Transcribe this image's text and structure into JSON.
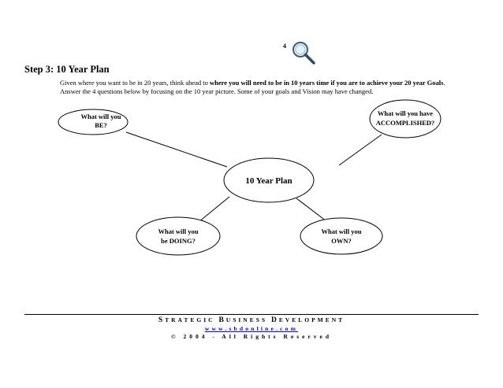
{
  "page_number": "4",
  "icon": "magnifier-icon",
  "heading": "Step 3:  10 Year Plan",
  "intro": {
    "line1_a": "Given where you want to be in 20 years,  think ahead to ",
    "line1_b": "where you will need to be in 10 years time if you are to achieve your 20 year Goals",
    "line1_c": ".",
    "line2": "Answer the 4 questions below by focusing on the 10 year picture. Some of your goals and Vision may have changed."
  },
  "mindmap": {
    "center": "10 Year Plan",
    "be": [
      "What will you",
      "BE?"
    ],
    "accomplished": [
      "What will you have",
      "ACCOMPLISHED?"
    ],
    "doing": [
      "What will you",
      "be DOING?"
    ],
    "own": [
      "What will you",
      "OWN?"
    ]
  },
  "footer": {
    "company_s": "S",
    "company_trategic": "TRATEGIC",
    "company_b": "B",
    "company_usiness": "USINESS",
    "company_d": "D",
    "company_evelopment": "EVELOPMENT",
    "website": "www.sbdonline.com",
    "copyright": "© 2004 - All Rights Reserved"
  }
}
